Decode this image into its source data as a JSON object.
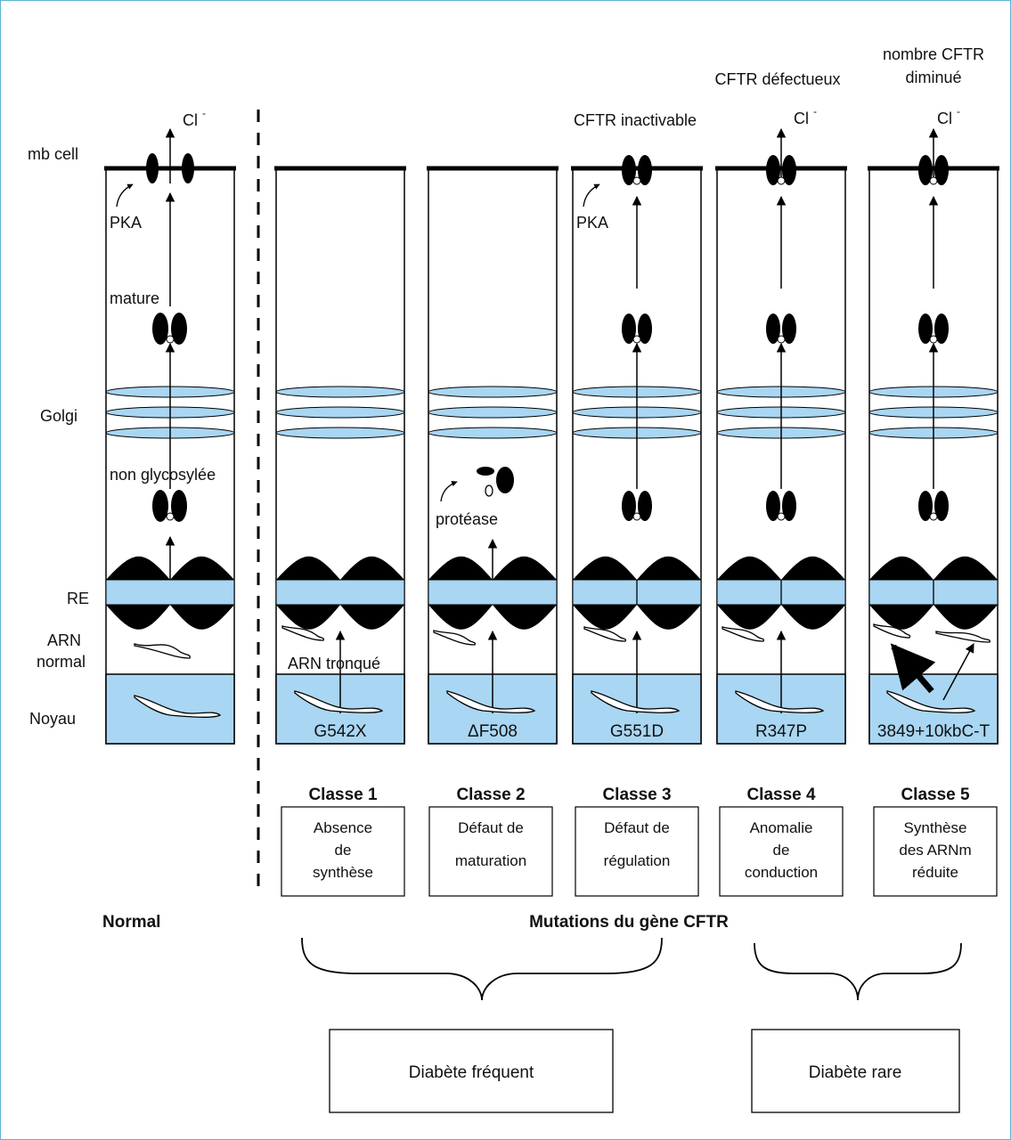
{
  "side_labels": {
    "mb_cell": "mb cell",
    "golgi": "Golgi",
    "re": "RE",
    "arn_line1": "ARN",
    "arn_line2": "normal",
    "noyau": "Noyau"
  },
  "normal_column": {
    "chloride": "Cl",
    "chloride_sup": "-",
    "pka": "PKA",
    "mature": "mature",
    "non_glycosylee": "non glycosylée"
  },
  "column_annotations": {
    "arn_tronque": "ARN tronqué",
    "protease": "protéase",
    "pka_class3": "PKA",
    "cftr_inactivable": "CFTR inactivable",
    "cftr_defectueux": "CFTR défectueux",
    "nombre_cftr_line1": "nombre CFTR",
    "nombre_cftr_line2": "diminué",
    "chloride": "Cl",
    "chloride_sup": "-"
  },
  "mutations": [
    "G542X",
    "ΔF508",
    "G551D",
    "R347P",
    "3849+10kbC-T"
  ],
  "classes": [
    {
      "title": "Classe 1",
      "desc": [
        "Absence",
        "de",
        "synthèse"
      ]
    },
    {
      "title": "Classe 2",
      "desc": [
        "Défaut de",
        "maturation"
      ]
    },
    {
      "title": "Classe 3",
      "desc": [
        "Défaut de",
        "régulation"
      ]
    },
    {
      "title": "Classe 4",
      "desc": [
        "Anomalie",
        "de",
        "conduction"
      ]
    },
    {
      "title": "Classe 5",
      "desc": [
        "Synthèse",
        "des ARNm",
        "réduite"
      ]
    }
  ],
  "headings": {
    "normal": "Normal",
    "mutations": "Mutations du gène CFTR"
  },
  "outcomes": {
    "frequent": "Diabète fréquent",
    "rare": "Diabète rare"
  },
  "colors": {
    "membrane_blue": "#a9d6f2",
    "nucleus_blue": "#a9d6f2",
    "frame_border": "#5fb3d7",
    "ink": "#000000"
  }
}
